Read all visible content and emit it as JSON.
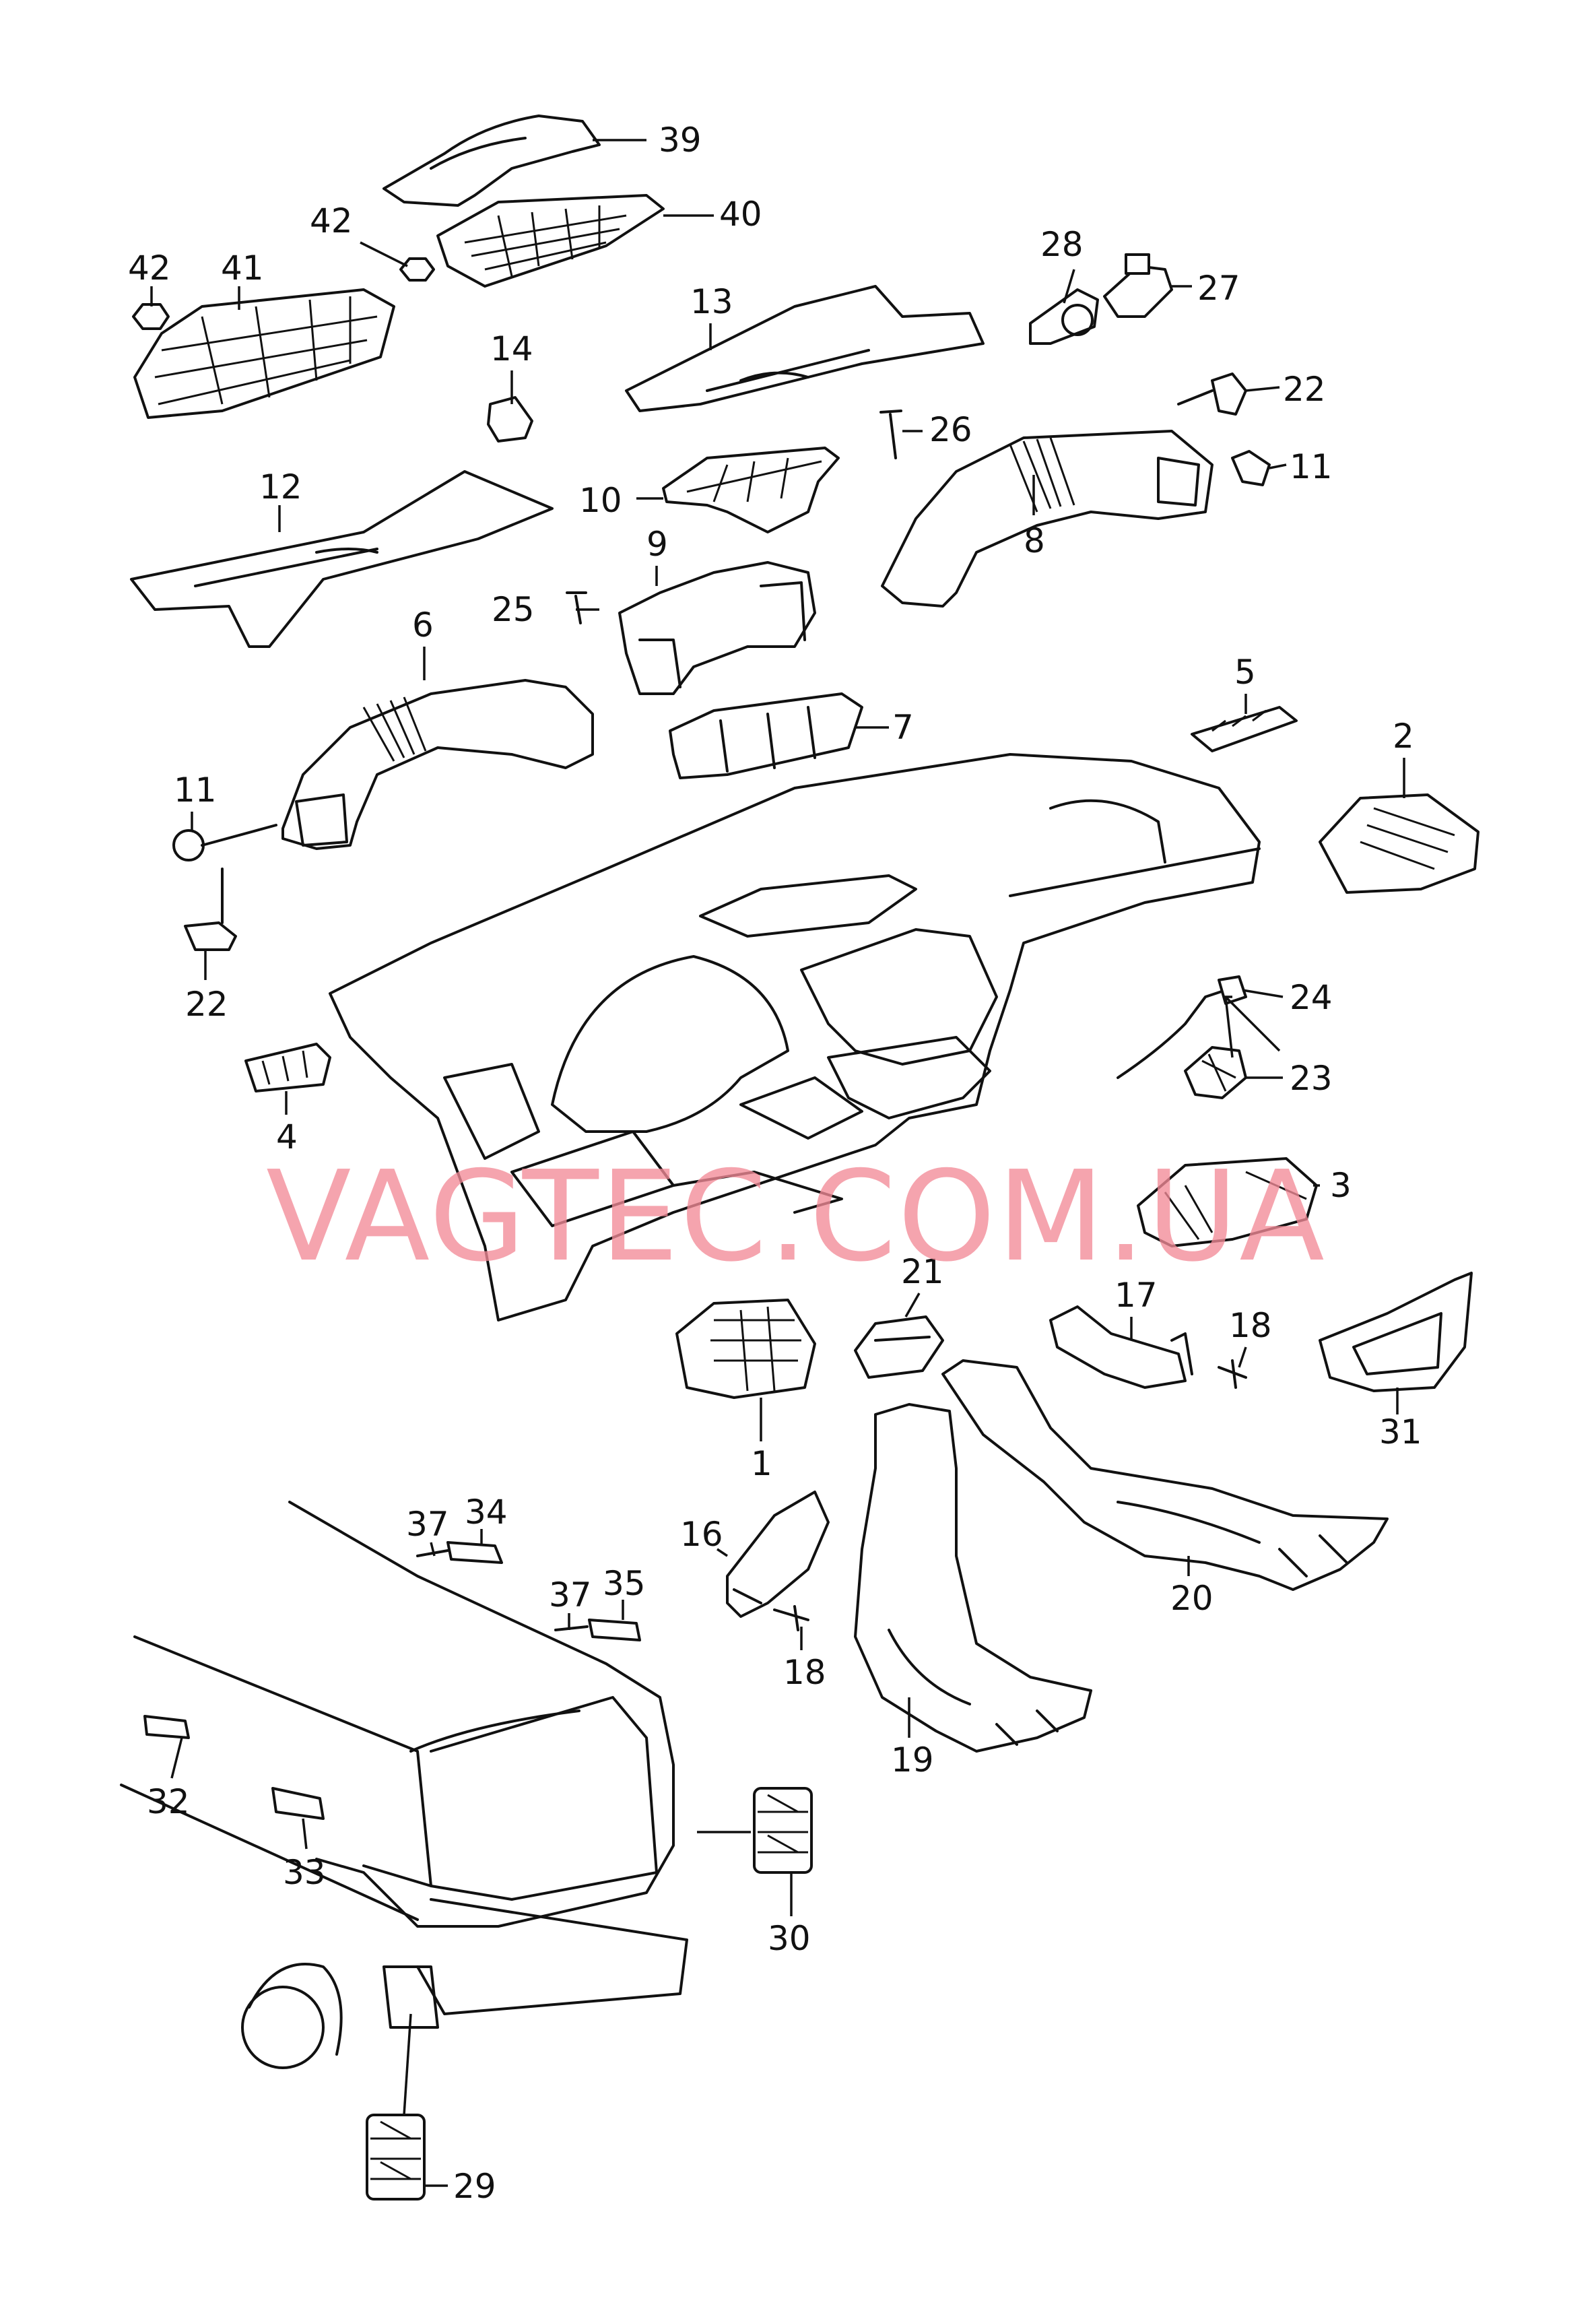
{
  "watermark": "VAGTEC.COM.UA",
  "watermark_color": "#f28a97",
  "callouts": {
    "c1": "1",
    "c2": "2",
    "c3": "3",
    "c4": "4",
    "c5": "5",
    "c6": "6",
    "c7": "7",
    "c8": "8",
    "c9": "9",
    "c10": "10",
    "c11a": "11",
    "c11b": "11",
    "c12": "12",
    "c13": "13",
    "c14": "14",
    "c16": "16",
    "c17": "17",
    "c18a": "18",
    "c18b": "18",
    "c19": "19",
    "c20": "20",
    "c21": "21",
    "c22a": "22",
    "c22b": "22",
    "c23": "23",
    "c24": "24",
    "c25": "25",
    "c26": "26",
    "c27": "27",
    "c28": "28",
    "c29": "29",
    "c30": "30",
    "c31": "31",
    "c32": "32",
    "c33": "33",
    "c34": "34",
    "c35": "35",
    "c37a": "37",
    "c37b": "37",
    "c39": "39",
    "c40": "40",
    "c41": "41",
    "c42a": "42",
    "c42b": "42"
  }
}
